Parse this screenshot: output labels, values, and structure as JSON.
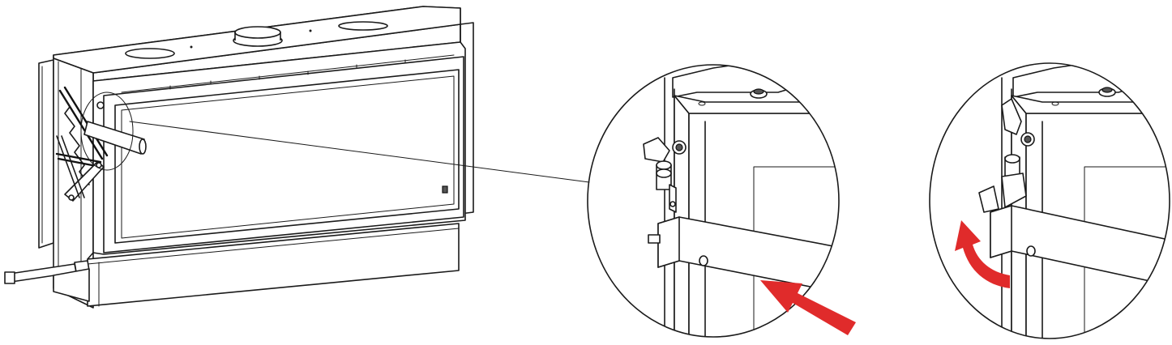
{
  "colors": {
    "line": "#1a1a1a",
    "background": "#ffffff",
    "arrow": "#e02b2b"
  },
  "figure": {
    "overview": {
      "subject": "fireplace-insert-isometric"
    },
    "detail_1": {
      "arrow": "push-arrow"
    },
    "detail_2": {
      "arrow": "rotate-arrow"
    }
  }
}
